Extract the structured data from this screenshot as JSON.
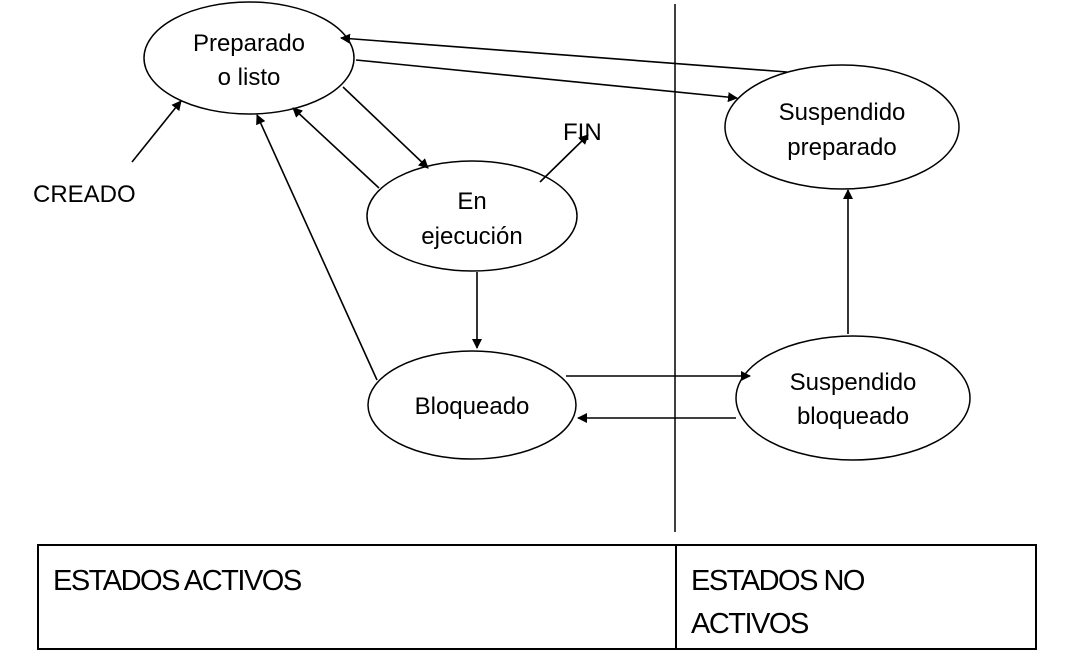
{
  "diagram": {
    "title": "Estados de un proceso",
    "nodes": [
      {
        "id": "preparado",
        "lines": [
          "Preparado",
          "o listo"
        ]
      },
      {
        "id": "ejecucion",
        "lines": [
          "En",
          "ejecución"
        ]
      },
      {
        "id": "bloqueado",
        "lines": [
          "Bloqueado"
        ]
      },
      {
        "id": "susp-preparado",
        "lines": [
          "Suspendido",
          "preparado"
        ]
      },
      {
        "id": "susp-bloqueado",
        "lines": [
          "Suspendido",
          "bloqueado"
        ]
      }
    ],
    "labels": {
      "creado": "CREADO",
      "fin": "FIN"
    },
    "edges": [
      {
        "from": "CREADO",
        "to": "preparado"
      },
      {
        "from": "preparado",
        "to": "ejecucion"
      },
      {
        "from": "ejecucion",
        "to": "preparado"
      },
      {
        "from": "ejecucion",
        "to": "FIN"
      },
      {
        "from": "ejecucion",
        "to": "bloqueado"
      },
      {
        "from": "bloqueado",
        "to": "preparado"
      },
      {
        "from": "bloqueado",
        "to": "susp-bloqueado"
      },
      {
        "from": "susp-bloqueado",
        "to": "bloqueado"
      },
      {
        "from": "susp-bloqueado",
        "to": "susp-preparado"
      },
      {
        "from": "preparado",
        "to": "susp-preparado"
      },
      {
        "from": "susp-preparado",
        "to": "preparado"
      }
    ]
  },
  "legend": {
    "active": "ESTADOS ACTIVOS",
    "inactive_line1": "ESTADOS NO",
    "inactive_line2": "ACTIVOS"
  }
}
